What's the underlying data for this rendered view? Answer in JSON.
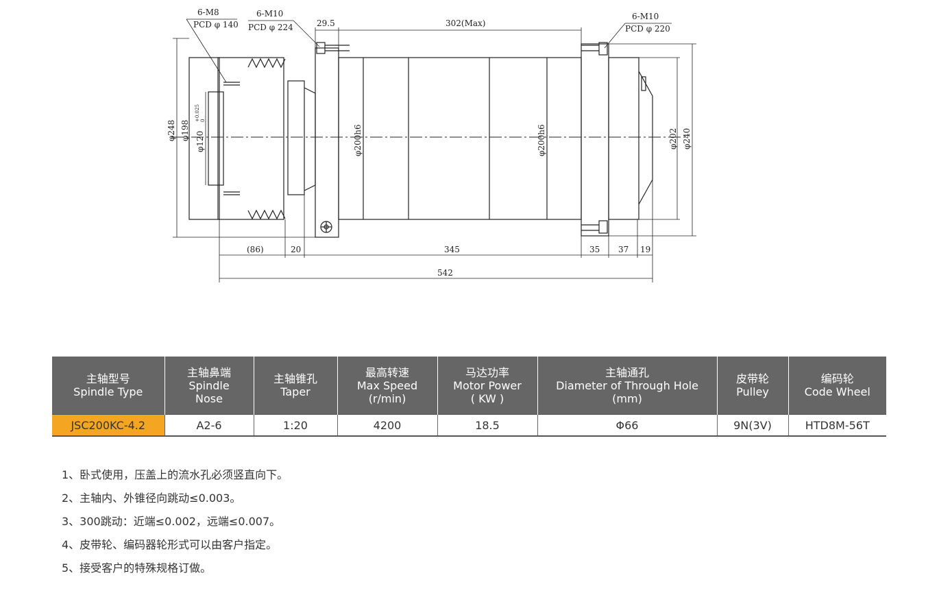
{
  "drawing": {
    "callouts": {
      "m8": "6-M8",
      "m8_pcd": "PCD φ 140",
      "m10_left": "6-M10",
      "m10_left_pcd": "PCD φ 224",
      "m10_right": "6-M10",
      "m10_right_pcd": "PCD φ 220"
    },
    "dimensions": {
      "d_29_5": "29.5",
      "d_302": "302(Max)",
      "d_86": "(86)",
      "d_20": "20",
      "d_345": "345",
      "d_35": "35",
      "d_37": "37",
      "d_19": "19",
      "d_542": "542",
      "phi_248": "φ248",
      "phi_198": "φ198",
      "phi_120": "φ120",
      "phi_120_tol_up": "+0.025",
      "phi_120_tol_low": "0",
      "phi_200_left": "φ200h6",
      "phi_200_right": "φ200h6",
      "phi_202": "φ202",
      "phi_240": "φ240"
    }
  },
  "table": {
    "headers": [
      {
        "cn": "主轴型号",
        "en": [
          "Spindle Type"
        ]
      },
      {
        "cn": "主轴鼻端",
        "en": [
          "Spindle",
          "Nose"
        ]
      },
      {
        "cn": "主轴锥孔",
        "en": [
          "Taper"
        ]
      },
      {
        "cn": "最高转速",
        "en": [
          "Max Speed",
          "(r/min)"
        ]
      },
      {
        "cn": "马达功率",
        "en": [
          "Motor Power",
          "( KW )"
        ]
      },
      {
        "cn": "主轴通孔",
        "en": [
          "Diameter of Through Hole",
          "(mm)"
        ]
      },
      {
        "cn": "皮带轮",
        "en": [
          "Pulley"
        ]
      },
      {
        "cn": "编码轮",
        "en": [
          "Code Wheel"
        ]
      }
    ],
    "row": [
      "JSC200KC-4.2",
      "A2-6",
      "1:20",
      "4200",
      "18.5",
      "Φ66",
      "9N(3V)",
      "HTD8M-56T"
    ],
    "highlight_color": "#f4a623",
    "header_color": "#666666"
  },
  "notes": [
    "1、卧式使用，压盖上的流水孔必须竖直向下。",
    "2、主轴内、外锥径向跳动≤0.003。",
    "3、300跳动：近端≤0.002，远端≤0.007。",
    "4、皮带轮、编码器轮形式可以由客户指定。",
    "5、接受客户的特殊规格订做。"
  ]
}
